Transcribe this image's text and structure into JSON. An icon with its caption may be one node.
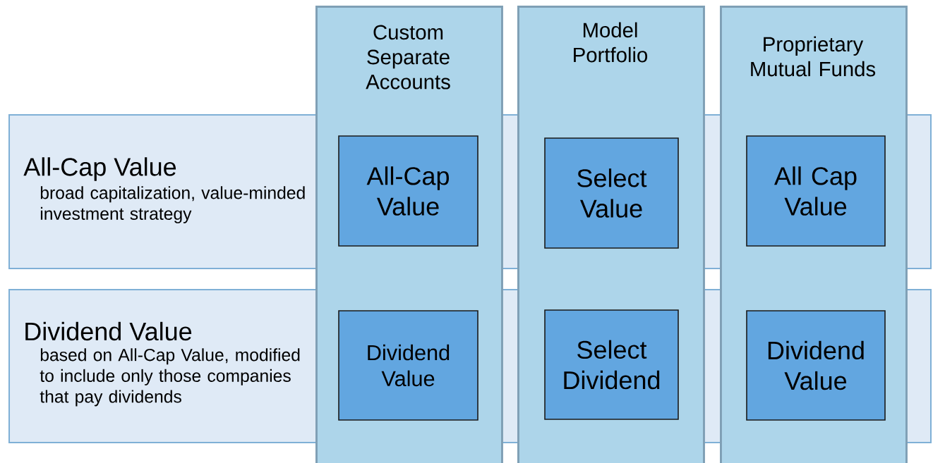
{
  "diagram": {
    "nodes": [
      {
        "text": [
          "All-Cap Value",
          "broad capitalization, value-minded investment strategy"
        ]
      },
      {
        "text": [
          "Dividend Value",
          "based on All-Cap Value, modified to include only those companies that pay dividends"
        ]
      },
      {
        "text": [
          "Custom Separate Accounts"
        ]
      },
      {
        "text": [
          "Model Portfolio"
        ]
      },
      {
        "text": [
          "Proprietary Mutual Funds"
        ]
      },
      {
        "text": [
          "All-Cap Value"
        ]
      },
      {
        "text": [
          "Select Value"
        ]
      },
      {
        "text": [
          "All Cap Value"
        ]
      },
      {
        "text": [
          "Dividend Value"
        ]
      },
      {
        "text": [
          "Select Dividend"
        ]
      },
      {
        "text": [
          "Dividend Value"
        ]
      }
    ]
  }
}
